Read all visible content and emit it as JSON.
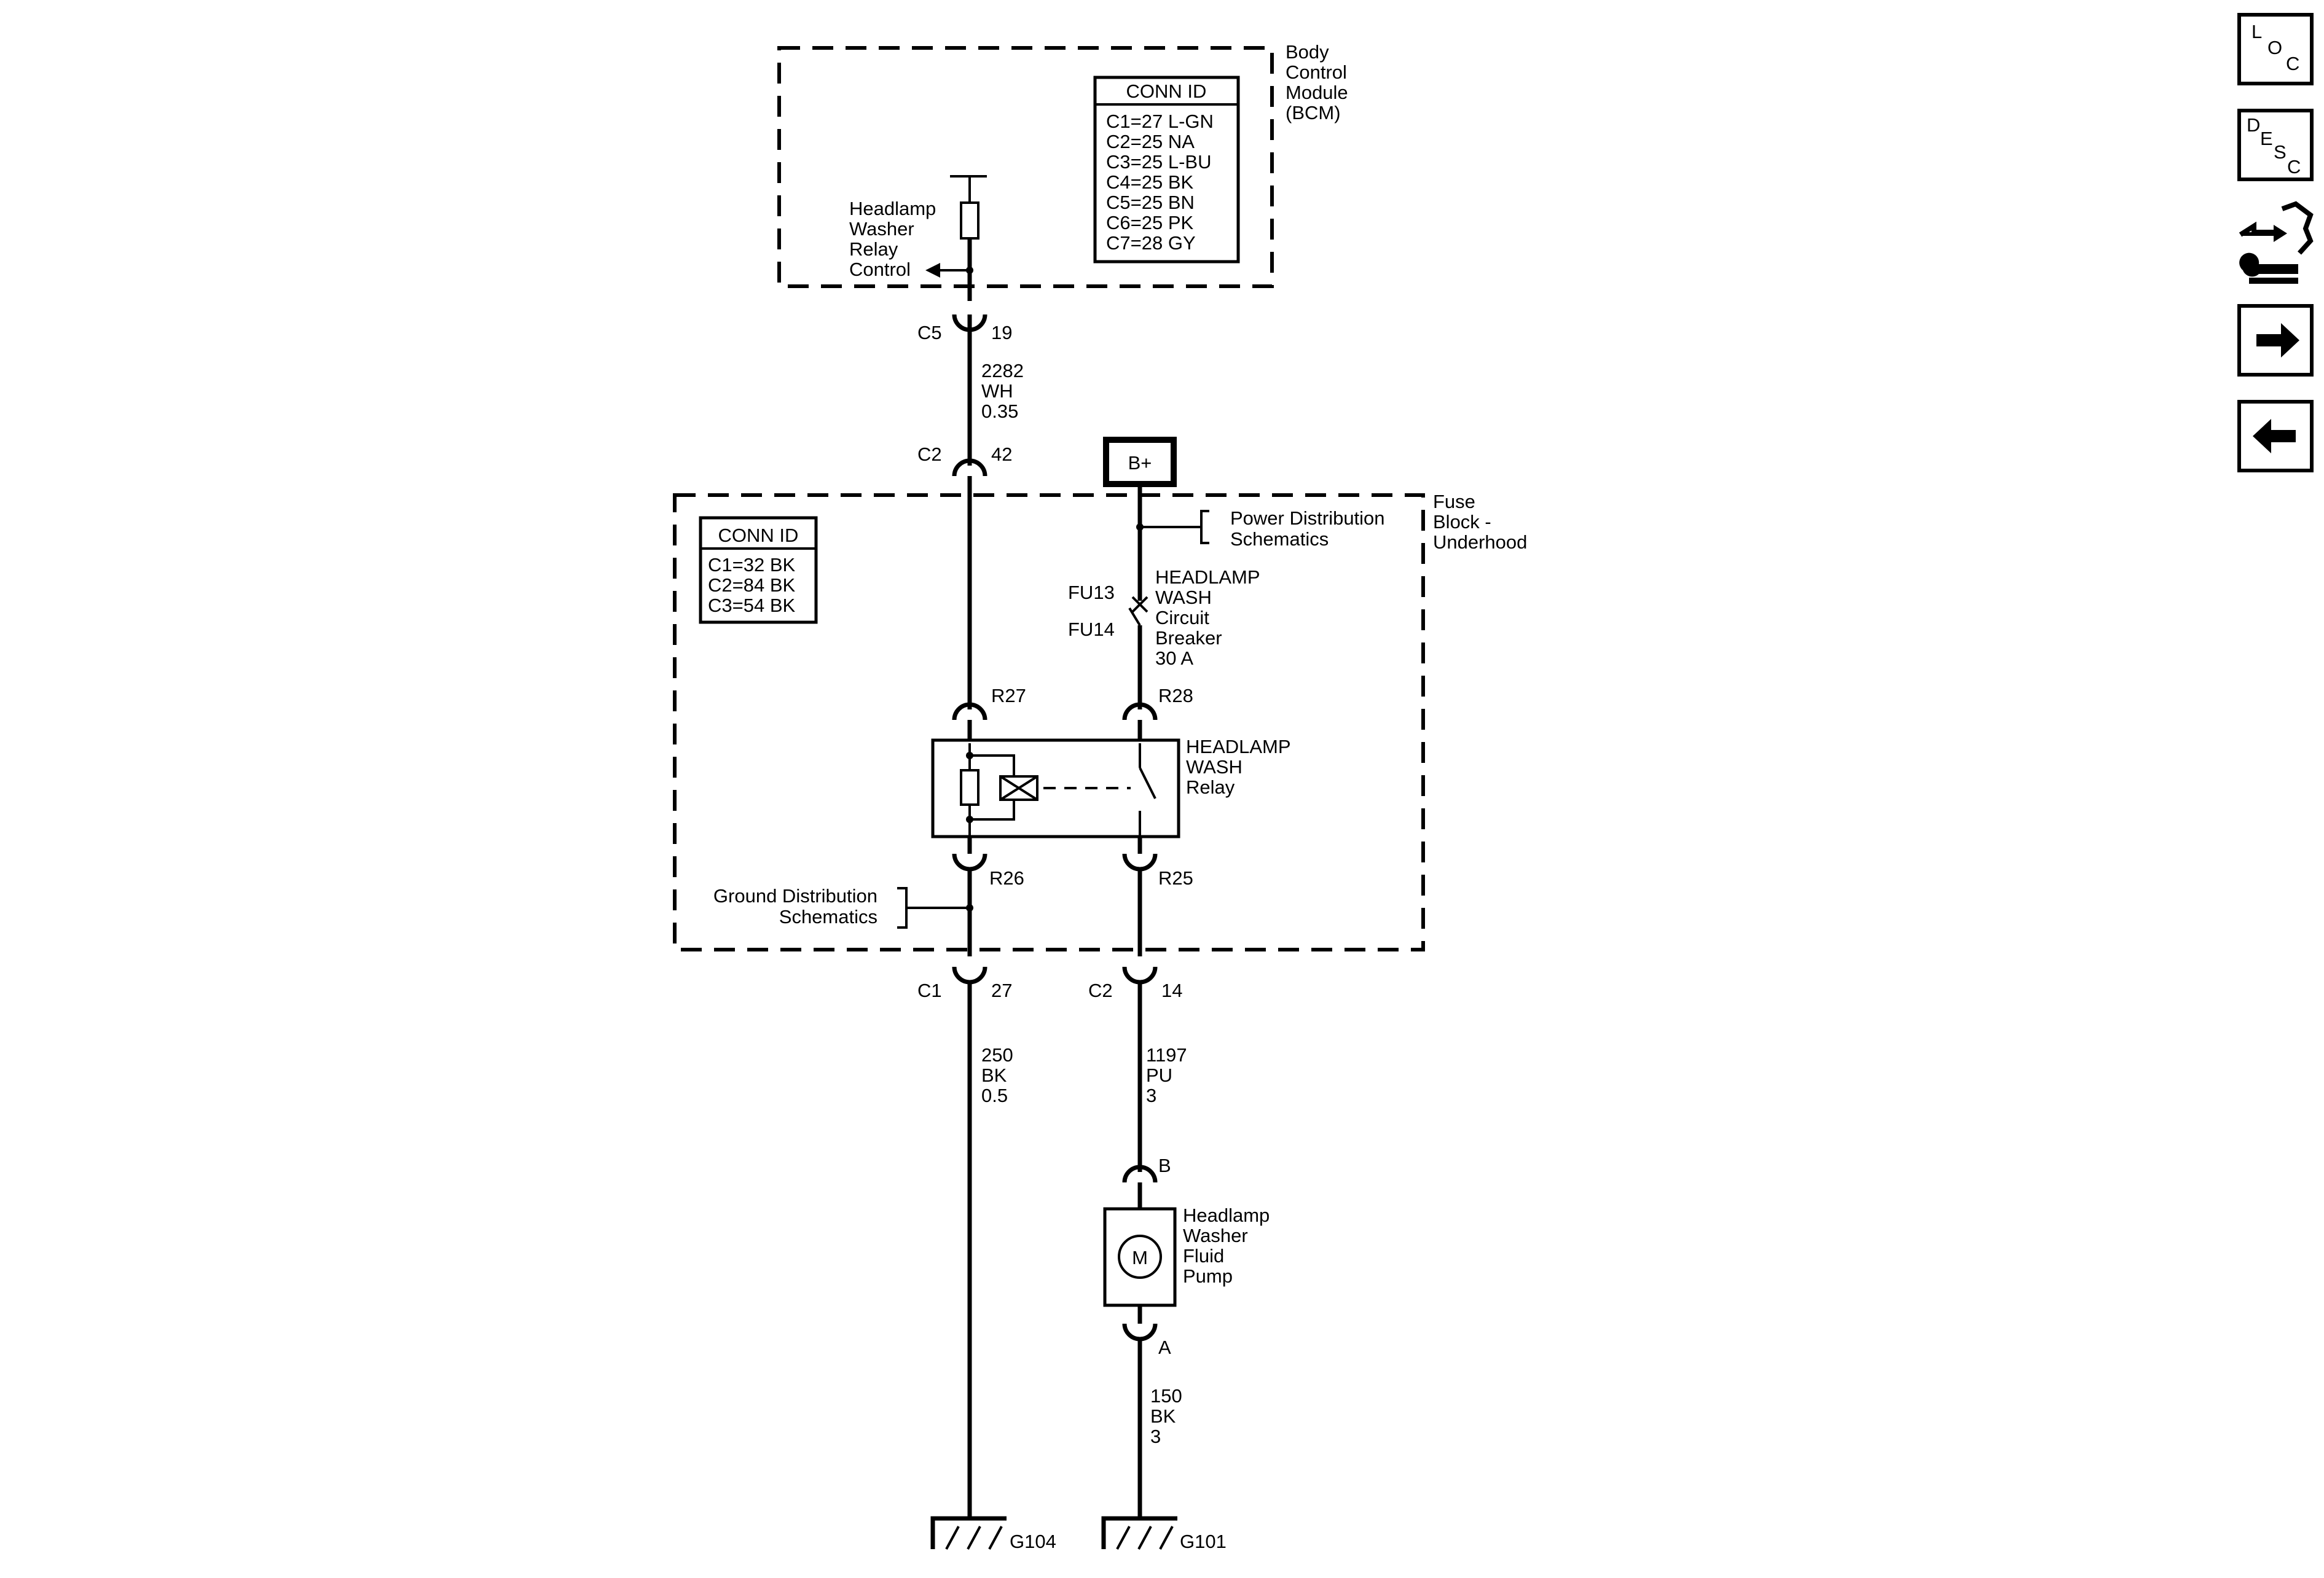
{
  "bcm": {
    "name": [
      "Body",
      "Control",
      "Module",
      "(BCM)"
    ],
    "conn_title": "CONN ID",
    "conn": [
      "C1=27 L-GN",
      "C2=25 NA",
      "C3=25 L-BU",
      "C4=25 BK",
      "C5=25 BN",
      "C6=25 PK",
      "C7=28 GY"
    ],
    "relay_control": [
      "Headlamp",
      "Washer",
      "Relay",
      "Control"
    ]
  },
  "fuse_block": {
    "name": [
      "Fuse",
      "Block -",
      "Underhood"
    ],
    "conn_title": "CONN ID",
    "conn": [
      "C1=32 BK",
      "C2=84 BK",
      "C3=54 BK"
    ],
    "power_dist": [
      "Power Distribution",
      "Schematics"
    ],
    "ground_dist": [
      "Ground Distribution",
      "Schematics"
    ],
    "fu13": "FU13",
    "fu14": "FU14",
    "breaker": [
      "HEADLAMP",
      "WASH",
      "Circuit",
      "Breaker",
      "30 A"
    ],
    "relay": [
      "HEADLAMP",
      "WASH",
      "Relay"
    ],
    "pins": {
      "r27": "R27",
      "r28": "R28",
      "r26": "R26",
      "r25": "R25"
    }
  },
  "battery": "B+",
  "connectors": {
    "c5": {
      "name": "C5",
      "pin": "19"
    },
    "c2_top": {
      "name": "C2",
      "pin": "42"
    },
    "c1": {
      "name": "C1",
      "pin": "27"
    },
    "c2_bottom": {
      "name": "C2",
      "pin": "14"
    },
    "pump_b": "B",
    "pump_a": "A"
  },
  "wires": {
    "w2282": [
      "2282",
      "WH",
      "0.35"
    ],
    "w250": [
      "250",
      "BK",
      "0.5"
    ],
    "w1197": [
      "1197",
      "PU",
      "3"
    ],
    "w150": [
      "150",
      "BK",
      "3"
    ]
  },
  "pump": {
    "symbol": "M",
    "name": [
      "Headlamp",
      "Washer",
      "Fluid",
      "Pump"
    ]
  },
  "grounds": {
    "g104": "G104",
    "g101": "G101"
  },
  "nav": {
    "loc": [
      "L",
      "O",
      "C"
    ],
    "desc": [
      "D",
      "E",
      "S",
      "C"
    ],
    "buttons": [
      "loc-button",
      "desc-button",
      "connector-wrench-button",
      "next-button",
      "previous-button"
    ]
  }
}
